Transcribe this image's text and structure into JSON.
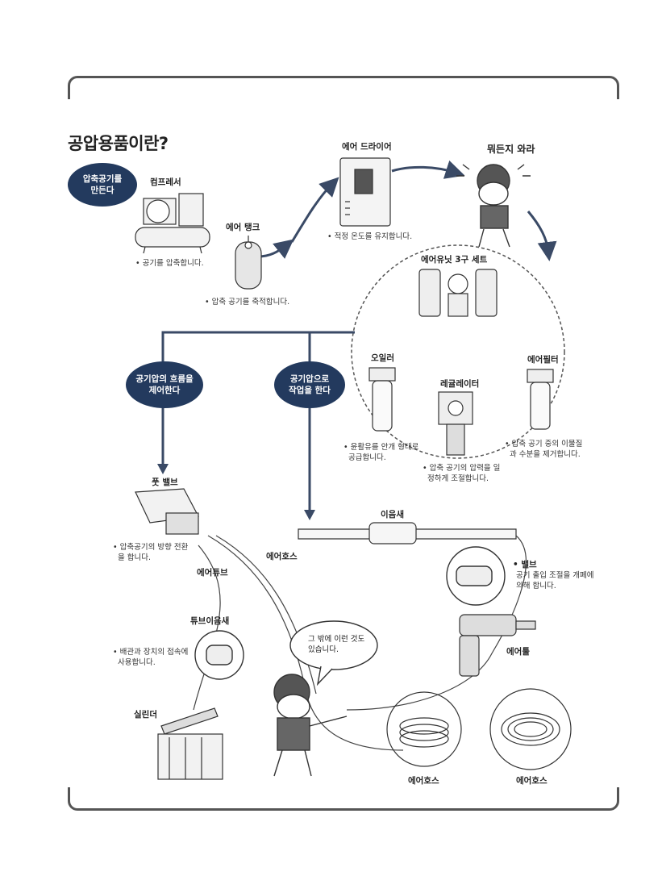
{
  "title": "공압용품이란?",
  "bubbles": {
    "make_air": "압축공기를\n만든다",
    "control_flow": "공기압의 흐름을\n제어한다",
    "do_work": "공기압으로\n작업을 한다"
  },
  "components": {
    "compressor": {
      "label": "컴프레서",
      "note": "• 공기를 압축합니다."
    },
    "air_tank": {
      "label": "에어 탱크",
      "note": "• 압축 공기를 축적합니다."
    },
    "air_dryer": {
      "label": "에어 드라이어",
      "note": "• 적정 온도를 유지합니다."
    },
    "worker_top": {
      "label": "뭐든지 와라"
    },
    "frl_unit": {
      "label": "에어유닛 3구 세트"
    },
    "oiler": {
      "label": "오일러",
      "note": "• 윤활유를 안개 형태로\n  공급합니다."
    },
    "regulator": {
      "label": "레귤레이터",
      "note": "• 압축 공기의 압력을 일\n  정하게 조절합니다."
    },
    "air_filter": {
      "label": "에어필터",
      "note": "• 압축 공기 중의 이물질\n  과 수분을 제거합니다."
    },
    "foot_valve": {
      "label": "풋 밸브",
      "note": "• 압축공기의 방향 전환\n  을 합니다."
    },
    "coupler": {
      "label": "이음새"
    },
    "air_hose_mid": {
      "label": "에어호스"
    },
    "air_tube": {
      "label": "에어튜브"
    },
    "valve": {
      "label": "• 밸브",
      "note": "공기 출입 조절을 개폐에\n의해 합니다."
    },
    "tube_fitting": {
      "label": "튜브이음새",
      "note": "• 배관과 장치의 접속에\n  사용합니다."
    },
    "speech": {
      "text": "그 밖에 이런 것도\n있습니다."
    },
    "air_tool": {
      "label": "에어툴"
    },
    "cylinder": {
      "label": "실린더"
    },
    "air_hose_coil": {
      "label": "에어호스"
    },
    "air_hose_reel": {
      "label": "에어호스"
    }
  },
  "colors": {
    "bubble": "#233a5e",
    "arrow": "#3a4a66",
    "frame": "#555555"
  }
}
